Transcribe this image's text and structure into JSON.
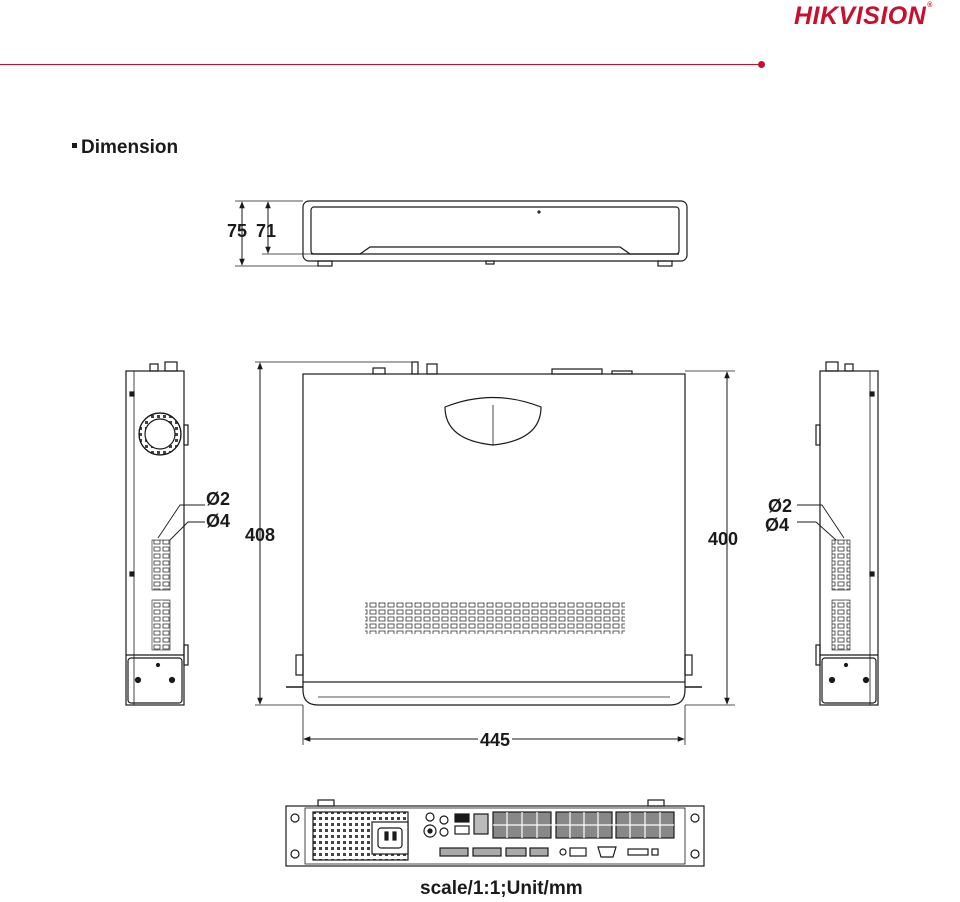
{
  "brand": {
    "logo_text": "HIKVISION",
    "reg_mark": "®",
    "accent_color": "#c8102e"
  },
  "section": {
    "title": "Dimension"
  },
  "dimensions": {
    "front_total_height": "75",
    "front_body_height": "71",
    "top_depth_left": "408",
    "top_depth_right": "400",
    "top_width": "445",
    "left_hole_small": "Ø2",
    "left_hole_large": "Ø4",
    "right_hole_small": "Ø2",
    "right_hole_large": "Ø4"
  },
  "footer": {
    "scale_note": "scale/1:1;Unit/mm"
  }
}
